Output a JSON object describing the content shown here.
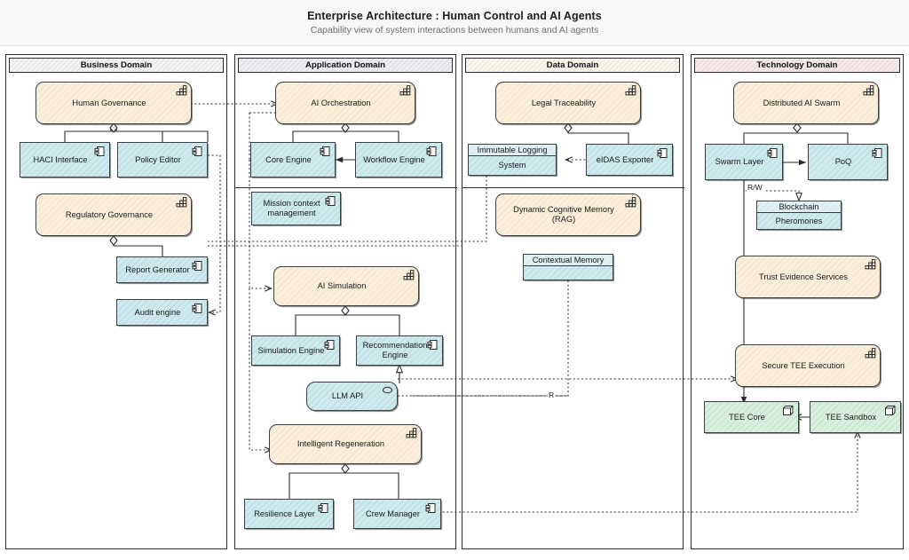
{
  "header": {
    "title": "Enterprise Architecture : Human Control and AI Agents",
    "subtitle": "Capability view of system interactions between humans and AI agents"
  },
  "domains": [
    {
      "id": "business",
      "label": "Business Domain"
    },
    {
      "id": "application",
      "label": "Application Domain"
    },
    {
      "id": "data",
      "label": "Data Domain"
    },
    {
      "id": "technology",
      "label": "Technology Domain"
    }
  ],
  "elements": {
    "human_governance": {
      "label": "Human Governance",
      "type": "capability",
      "icon": "capability-icon"
    },
    "haci_interface": {
      "label": "HACI Interface",
      "type": "component",
      "icon": "component-icon"
    },
    "policy_editor": {
      "label": "Policy Editor",
      "type": "component",
      "icon": "component-icon"
    },
    "regulatory_governance": {
      "label": "Regulatory Governance",
      "type": "capability",
      "icon": "capability-icon"
    },
    "report_generator": {
      "label": "Report Generator",
      "type": "component",
      "icon": "component-icon"
    },
    "audit_engine": {
      "label": "Audit engine",
      "type": "component",
      "icon": "component-icon"
    },
    "ai_orchestration": {
      "label": "AI Orchestration",
      "type": "capability",
      "icon": "capability-icon"
    },
    "core_engine": {
      "label": "Core Engine",
      "type": "component",
      "icon": "component-icon"
    },
    "workflow_engine": {
      "label": "Workflow Engine",
      "type": "component",
      "icon": "component-icon"
    },
    "mission_context": {
      "label": "Mission context management",
      "type": "component",
      "icon": "component-icon"
    },
    "ai_simulation": {
      "label": "AI Simulation",
      "type": "capability",
      "icon": "capability-icon"
    },
    "simulation_engine": {
      "label": "Simulation Engine",
      "type": "component",
      "icon": "component-icon"
    },
    "recommendation_engine": {
      "label": "Recommendation Engine",
      "type": "component",
      "icon": "component-icon"
    },
    "llm_api": {
      "label": "LLM  API",
      "type": "service",
      "icon": "cloud-icon"
    },
    "intelligent_regeneration": {
      "label": "Intelligent Regeneration",
      "type": "capability",
      "icon": "capability-icon"
    },
    "resilience_layer": {
      "label": "Resilience Layer",
      "type": "component",
      "icon": "component-icon"
    },
    "crew_manager": {
      "label": "Crew Manager",
      "type": "component",
      "icon": "component-icon"
    },
    "legal_traceability": {
      "label": "Legal Traceability",
      "type": "capability",
      "icon": "capability-icon"
    },
    "immutable_logging": {
      "header": "Immutable Logging",
      "label": "System",
      "type": "dataobject",
      "icon": "none"
    },
    "eidas_exporter": {
      "label": "eIDAS Exporter",
      "type": "component",
      "icon": "component-icon"
    },
    "dynamic_cognitive_memory": {
      "label": "Dynamic Cognitive Memory (RAG)",
      "type": "capability",
      "icon": "capability-icon"
    },
    "contextual_memory": {
      "header": "Contextual Memory",
      "label": "",
      "type": "dataobject",
      "icon": "none"
    },
    "distributed_ai_swarm": {
      "label": "Distributed AI Swarm",
      "type": "capability",
      "icon": "capability-icon"
    },
    "swarm_layer": {
      "label": "Swarm Layer",
      "type": "component",
      "icon": "component-icon"
    },
    "poq": {
      "label": "PoQ",
      "type": "component",
      "icon": "component-icon"
    },
    "blockchain_pheromones": {
      "header": "Blockchain",
      "label": "Pheromones",
      "type": "dataobject",
      "icon": "none"
    },
    "trust_evidence_services": {
      "label": "Trust Evidence Services",
      "type": "capability",
      "icon": "capability-icon"
    },
    "secure_tee_execution": {
      "label": "Secure TEE Execution",
      "type": "capability",
      "icon": "capability-icon"
    },
    "tee_core": {
      "label": "TEE Core",
      "type": "node",
      "icon": "node-icon"
    },
    "tee_sandbox": {
      "label": "TEE Sandbox",
      "type": "node",
      "icon": "node-icon"
    }
  },
  "edge_labels": {
    "rw": "R/W",
    "r": "R"
  },
  "colors": {
    "capability_fill": "#fbefdc",
    "component_fill": "#cfeaee",
    "node_fill": "#d8f0dd",
    "stroke": "#3a3f44",
    "header_bg": "#f7f7f7",
    "domain_business": "#f2f3f5",
    "domain_application": "#eceef4",
    "domain_data": "#fbf7ec",
    "domain_technology": "#f7e9e9"
  }
}
